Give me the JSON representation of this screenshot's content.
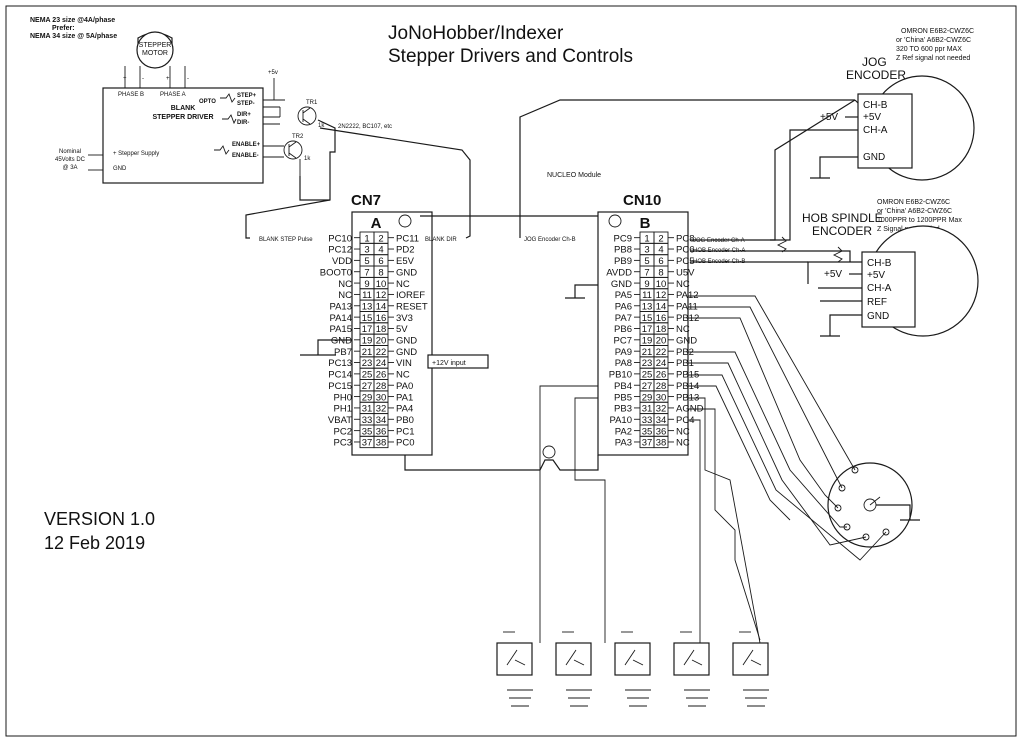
{
  "title": {
    "line1": "JoNoHobber/Indexer",
    "line2": "Stepper Drivers and Controls"
  },
  "version": {
    "line1": "VERSION 1.0",
    "line2": "12 Feb 2019"
  },
  "motor_notes": {
    "line1": "NEMA 23 size @4A/phase",
    "line2": "Prefer:",
    "line3": "NEMA 34 size @ 5A/phase",
    "label": "STEPPER MOTOR"
  },
  "driver": {
    "title1": "BLANK",
    "title2": "STEPPER DRIVER",
    "phase_b": "PHASE B",
    "phase_a": "PHASE A",
    "opto": "OPTO",
    "step_p": "STEP+",
    "step_m": "STEP-",
    "dir_p": "DIR+",
    "dir_m": "DIR-",
    "en_p": "ENABLE+",
    "en_m": "ENABLE-",
    "supply": "+ Stepper Supply",
    "gnd": "GND",
    "plus5": "+5v",
    "tr1": "TR1",
    "tr2": "TR2",
    "res": "1k",
    "transistor_note": "2N2222, BC107, etc",
    "supply_note1": "Nominal",
    "supply_note2": "45Volts DC",
    "supply_note3": "@ 3A"
  },
  "jog_encoder": {
    "note1": "OMRON E6B2-CWZ6C",
    "note2": "or 'China' A6B2-CWZ6C",
    "note3": "320 TO 600 ppr MAX",
    "note4": "Z Ref signal not needed",
    "title1": "JOG",
    "title2": "ENCODER",
    "pins": [
      "CH-B",
      "+5V",
      "CH-A",
      "GND"
    ],
    "supply": "+5V"
  },
  "hob_encoder": {
    "note1": "OMRON E6B2-CWZ6C",
    "note2": "or 'China' A6B2-CWZ6C",
    "note3": "1000PPR to 1200PPR Max",
    "note4": "Z Signal not needed",
    "title1": "HOB SPINDLE",
    "title2": "ENCODER",
    "pins": [
      "CH-B",
      "+5V",
      "CH-A",
      "REF",
      "GND"
    ],
    "supply": "+5V"
  },
  "nucleo_label": "NUCLEO Module",
  "cn7": {
    "name": "CN7",
    "letter": "A",
    "rows": [
      [
        "PC10",
        "1",
        "2",
        "PC11"
      ],
      [
        "PC12",
        "3",
        "4",
        "PD2"
      ],
      [
        "VDD",
        "5",
        "6",
        "E5V"
      ],
      [
        "BOOT0",
        "7",
        "8",
        "GND"
      ],
      [
        "NC",
        "9",
        "10",
        "NC"
      ],
      [
        "NC",
        "11",
        "12",
        "IOREF"
      ],
      [
        "PA13",
        "13",
        "14",
        "RESET"
      ],
      [
        "PA14",
        "15",
        "16",
        "3V3"
      ],
      [
        "PA15",
        "17",
        "18",
        "5V"
      ],
      [
        "GND",
        "19",
        "20",
        "GND"
      ],
      [
        "PB7",
        "21",
        "22",
        "GND"
      ],
      [
        "PC13",
        "23",
        "24",
        "VIN"
      ],
      [
        "PC14",
        "25",
        "26",
        "NC"
      ],
      [
        "PC15",
        "27",
        "28",
        "PA0"
      ],
      [
        "PH0",
        "29",
        "30",
        "PA1"
      ],
      [
        "PH1",
        "31",
        "32",
        "PA4"
      ],
      [
        "VBAT",
        "33",
        "34",
        "PB0"
      ],
      [
        "PC2",
        "35",
        "36",
        "PC1"
      ],
      [
        "PC3",
        "37",
        "38",
        "PC0"
      ]
    ],
    "step_label": "BLANK STEP Pulse",
    "dir_label": "BLANK DIR",
    "vin_label": "+12V input"
  },
  "cn10": {
    "name": "CN10",
    "letter": "B",
    "rows": [
      [
        "PC9",
        "1",
        "2",
        "PC8"
      ],
      [
        "PB8",
        "3",
        "4",
        "PC6"
      ],
      [
        "PB9",
        "5",
        "6",
        "PC5"
      ],
      [
        "AVDD",
        "7",
        "8",
        "U5V"
      ],
      [
        "GND",
        "9",
        "10",
        "NC"
      ],
      [
        "PA5",
        "11",
        "12",
        "PA12"
      ],
      [
        "PA6",
        "13",
        "14",
        "PA11"
      ],
      [
        "PA7",
        "15",
        "16",
        "PB12"
      ],
      [
        "PB6",
        "17",
        "18",
        "NC"
      ],
      [
        "PC7",
        "19",
        "20",
        "GND"
      ],
      [
        "PA9",
        "21",
        "22",
        "PB2"
      ],
      [
        "PA8",
        "23",
        "24",
        "PB1"
      ],
      [
        "PB10",
        "25",
        "26",
        "PB15"
      ],
      [
        "PB4",
        "27",
        "28",
        "PB14"
      ],
      [
        "PB5",
        "29",
        "30",
        "PB13"
      ],
      [
        "PB3",
        "31",
        "32",
        "AGND"
      ],
      [
        "PA10",
        "33",
        "34",
        "PC4"
      ],
      [
        "PA2",
        "35",
        "36",
        "NC"
      ],
      [
        "PA3",
        "37",
        "38",
        "NC"
      ]
    ],
    "jog_chb_label": "JOG Encoder Ch-B",
    "jog_cha_label": "JOG Encoder Ch-A",
    "hob_cha_label": "HOB Encoder Ch-A",
    "hob_chb_label": "HOB Encoder Ch-B"
  },
  "switch_count": 5
}
